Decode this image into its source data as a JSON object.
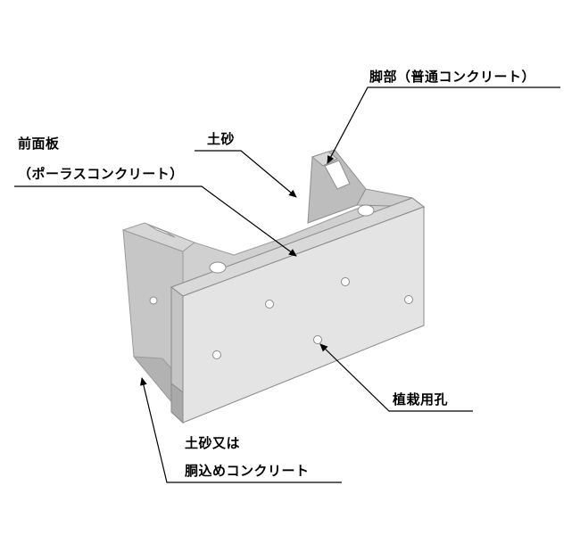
{
  "labels": {
    "leg": "脚部（普通コンクリート）",
    "soil": "土砂",
    "front_line1": "前面板",
    "front_line2": "（ポーラスコンクリート）",
    "planting": "植栽用孔",
    "backfill_line1": "土砂又は",
    "backfill_line2": "胴込めコンクリート"
  },
  "colors": {
    "front_face": "#e4e4e4",
    "top_face": "#d3d3d3",
    "side_face": "#c2c2c2",
    "dark_face": "#a9a9a9",
    "edge": "#8a8a8a",
    "hole": "#ffffff",
    "leader": "#000000"
  }
}
